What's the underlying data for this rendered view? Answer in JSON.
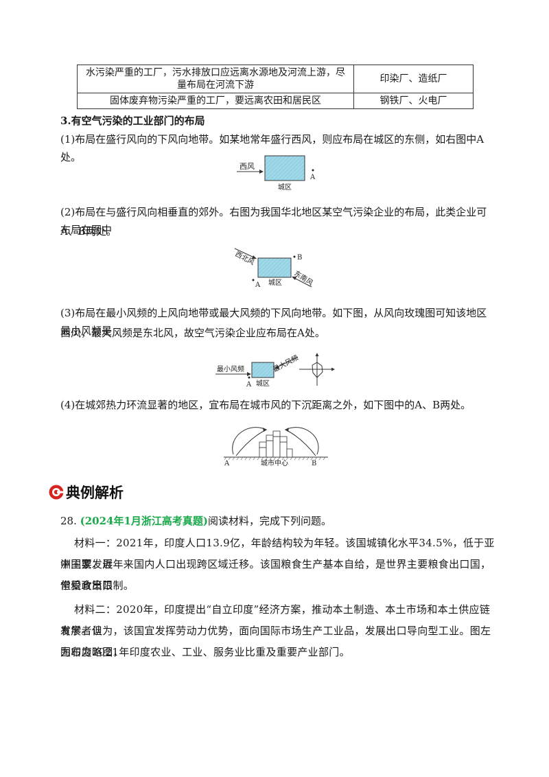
{
  "table": {
    "rows": [
      {
        "desc": "水污染严重的工厂，污水排放口应远离水源地及河流上游，尽量布局在河流下游",
        "examples": "印染厂、造纸厂"
      },
      {
        "desc": "固体废弃物污染严重的工厂，要远离农田和居民区",
        "examples": "钢铁厂、火电厂"
      }
    ]
  },
  "section3": {
    "heading": "3.有空气污染的工业部门的布局",
    "p1": "(1)布局在盛行风向的下风向地带。如某地常年盛行西风，则应布局在城区的东侧，如右图中A处。",
    "fig1": {
      "wind": "西风",
      "city": "城区",
      "point": "A"
    },
    "p2_line1": "(2)布局在与盛行风向相垂直的郊外。右图为我国华北地区某空气污染企业的布局，此类企业可布局在图中",
    "p2_line2": "A、B两处。",
    "fig2": {
      "wind_nw": "西北风",
      "wind_se": "东南风",
      "city": "城区",
      "a": "A",
      "b": "B"
    },
    "p3_line1": "(3)布局在最小风频的上风向地带或最大风频的下风向地带。如下图，从风向玫瑰图可知该地区最小风频是",
    "p3_line2": "西风，最大风频是东北风，故空气污染企业应布局在A处。",
    "fig3": {
      "min_wind": "最小风频",
      "max_wind": "最大风频",
      "city": "城区",
      "a": "A"
    },
    "p4": "(4)在城郊热力环流显著的地区，宜布局在城市风的下沉距离之外，如下图中的A、B两处。",
    "fig4": {
      "center": "城市中心",
      "a": "A",
      "b": "B"
    }
  },
  "example": {
    "title": "典例解析",
    "q_num": "28.",
    "q_src": "(2024年1月浙江高考真题)",
    "q_text": "阅读材料，完成下列问题。",
    "m1_l1": "材料一：2021年，印度人口13.9亿，年龄结构较为年轻。该国城镇化水平34.5%，低于亚洲主要发展",
    "m1_l2": "中国家，近年来国内人口出现跨区域迁移。该国粮食生产基本自给，是世界主要粮食出口国，但粮食出口",
    "m1_l3": "常受政策限制。",
    "m2_l1": "材料二：2020年，印度提出“自立印度”经济方案，推动本土制造、本土市场和本土供应链发展。但",
    "m2_l2": "有学者认为，该国宜发挥劳动力优势，面向国际市场生产工业品，发展出口导向型工业。图左为印度略图，",
    "m2_l3": "图右为2021年印度农业、工业、服务业比重及重要产业部门。"
  },
  "colors": {
    "city_fill": "#9fd8e8",
    "accent_red": "#d6241f",
    "source_green": "#1aa84a"
  }
}
